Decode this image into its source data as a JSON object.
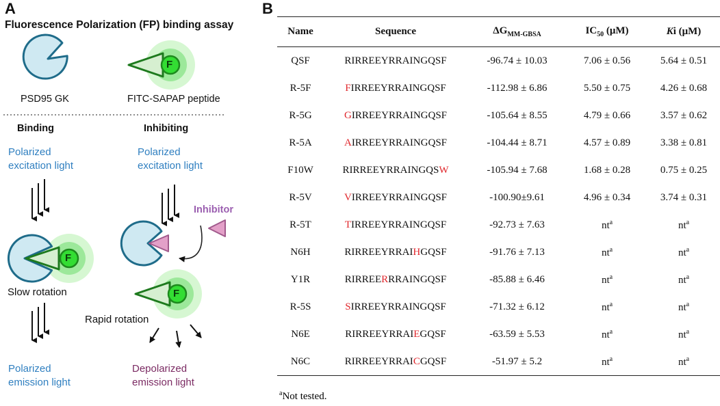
{
  "panel_a": {
    "letter": "A",
    "title": "Fluorescence Polarization (FP) binding assay",
    "protein_label": "PSD95 GK",
    "peptide_label": "FITC-SAPAP peptide",
    "fluor_letter": "F",
    "binding_header": "Binding",
    "inhibiting_header": "Inhibiting",
    "excitation_line1": "Polarized",
    "excitation_line2": "excitation light",
    "inhibitor_label": "Inhibitor",
    "slow_rotation": "Slow rotation",
    "rapid_rotation": "Rapid rotation",
    "emission_line1": "Polarized",
    "emission_line2": "emission light",
    "depol_line1": "Depolarized",
    "depol_line2": "emission light",
    "colors": {
      "protein_fill": "#cfe9f2",
      "protein_stroke": "#1f6c8a",
      "peptide_stroke": "#1e7a1e",
      "fluor": "#33dd33",
      "inhibitor": "#e3a0c8"
    }
  },
  "panel_b": {
    "letter": "B",
    "headers": {
      "name": "Name",
      "sequence": "Sequence",
      "dg": "ΔG",
      "dg_sub": "MM-GBSA",
      "ic50": "IC",
      "ic50_sub": "50",
      "ic50_unit": " (μM)",
      "ki": "K",
      "ki_tail": "i (μM)"
    },
    "rows": [
      {
        "name": "QSF",
        "seq": [
          "",
          "",
          "RIRREEYRRAINGQSF"
        ],
        "dg": "-96.74 ± 10.03",
        "ic50": "7.06 ± 0.56",
        "ki": "5.64 ± 0.51",
        "nt": false
      },
      {
        "name": "R-5F",
        "seq": [
          "",
          "F",
          "IRREEYRRAINGQSF"
        ],
        "dg": "-112.98 ± 6.86",
        "ic50": "5.50 ± 0.75",
        "ki": "4.26 ± 0.68",
        "nt": false
      },
      {
        "name": "R-5G",
        "seq": [
          "",
          "G",
          "IRREEYRRAINGQSF"
        ],
        "dg": "-105.64 ± 8.55",
        "ic50": "4.79 ± 0.66",
        "ki": "3.57 ± 0.62",
        "nt": false
      },
      {
        "name": "R-5A",
        "seq": [
          "",
          "A",
          "IRREEYRRAINGQSF"
        ],
        "dg": "-104.44 ± 8.71",
        "ic50": "4.57 ± 0.89",
        "ki": "3.38 ± 0.81",
        "nt": false
      },
      {
        "name": "F10W",
        "seq": [
          "RIRREEYRRAINGQS",
          "W",
          ""
        ],
        "dg": "-105.94 ± 7.68",
        "ic50": "1.68 ± 0.28",
        "ki": "0.75 ± 0.25",
        "nt": false
      },
      {
        "name": "R-5V",
        "seq": [
          "",
          "V",
          "IRREEYRRAINGQSF"
        ],
        "dg": "-100.90±9.61",
        "ic50": "4.96 ± 0.34",
        "ki": "3.74 ± 0.31",
        "nt": false
      },
      {
        "name": "R-5T",
        "seq": [
          "",
          "T",
          "IRREEYRRAINGQSF"
        ],
        "dg": "-92.73 ± 7.63",
        "ic50": "nt",
        "ki": "nt",
        "nt": true
      },
      {
        "name": "N6H",
        "seq": [
          "RIRREEYRRAI",
          "H",
          "GQSF"
        ],
        "dg": "-91.76 ± 7.13",
        "ic50": "nt",
        "ki": "nt",
        "nt": true
      },
      {
        "name": "Y1R",
        "seq": [
          "RIRREE",
          "R",
          "RRAINGQSF"
        ],
        "dg": "-85.88 ± 6.46",
        "ic50": "nt",
        "ki": "nt",
        "nt": true
      },
      {
        "name": "R-5S",
        "seq": [
          "",
          "S",
          "IRREEYRRAINGQSF"
        ],
        "dg": "-71.32 ± 6.12",
        "ic50": "nt",
        "ki": "nt",
        "nt": true
      },
      {
        "name": "N6E",
        "seq": [
          "RIRREEYRRAI",
          "E",
          "GQSF"
        ],
        "dg": "-63.59 ± 5.53",
        "ic50": "nt",
        "ki": "nt",
        "nt": true
      },
      {
        "name": "N6C",
        "seq": [
          "RIRREEYRRAI",
          "C",
          "GQSF"
        ],
        "dg": "-51.97 ± 5.2",
        "ic50": "nt",
        "ki": "nt",
        "nt": true
      }
    ],
    "nt_sup": "a",
    "footnote_sup": "a",
    "footnote": "Not tested.",
    "colors": {
      "mutation": "#e0262b"
    }
  }
}
